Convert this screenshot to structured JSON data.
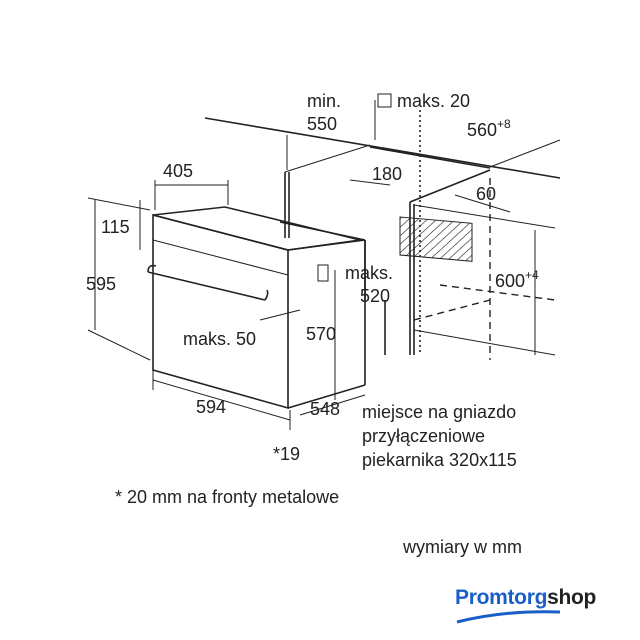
{
  "dimensions": {
    "min_label": "min.",
    "d550": "550",
    "maks20": "maks. 20",
    "d560": "560",
    "d560_tol": "+8",
    "d405": "405",
    "d180": "180",
    "d60": "60",
    "d115": "115",
    "d595": "595",
    "maks_label": "maks.",
    "d520": "520",
    "d600": "600",
    "d600_tol": "+4",
    "maks50": "maks. 50",
    "d570": "570",
    "d594": "594",
    "d548": "548",
    "d19": "*19"
  },
  "notes": {
    "socket_line1": "miejsce na gniazdo",
    "socket_line2": "przyłączeniowe",
    "socket_line3": "piekarnika 320x115",
    "metal_fronts": "* 20 mm na fronty metalowe",
    "units": "wymiary w mm"
  },
  "logo": {
    "part1": "Promtorg",
    "part2": "shop",
    "accent": "#1a5fc8"
  }
}
